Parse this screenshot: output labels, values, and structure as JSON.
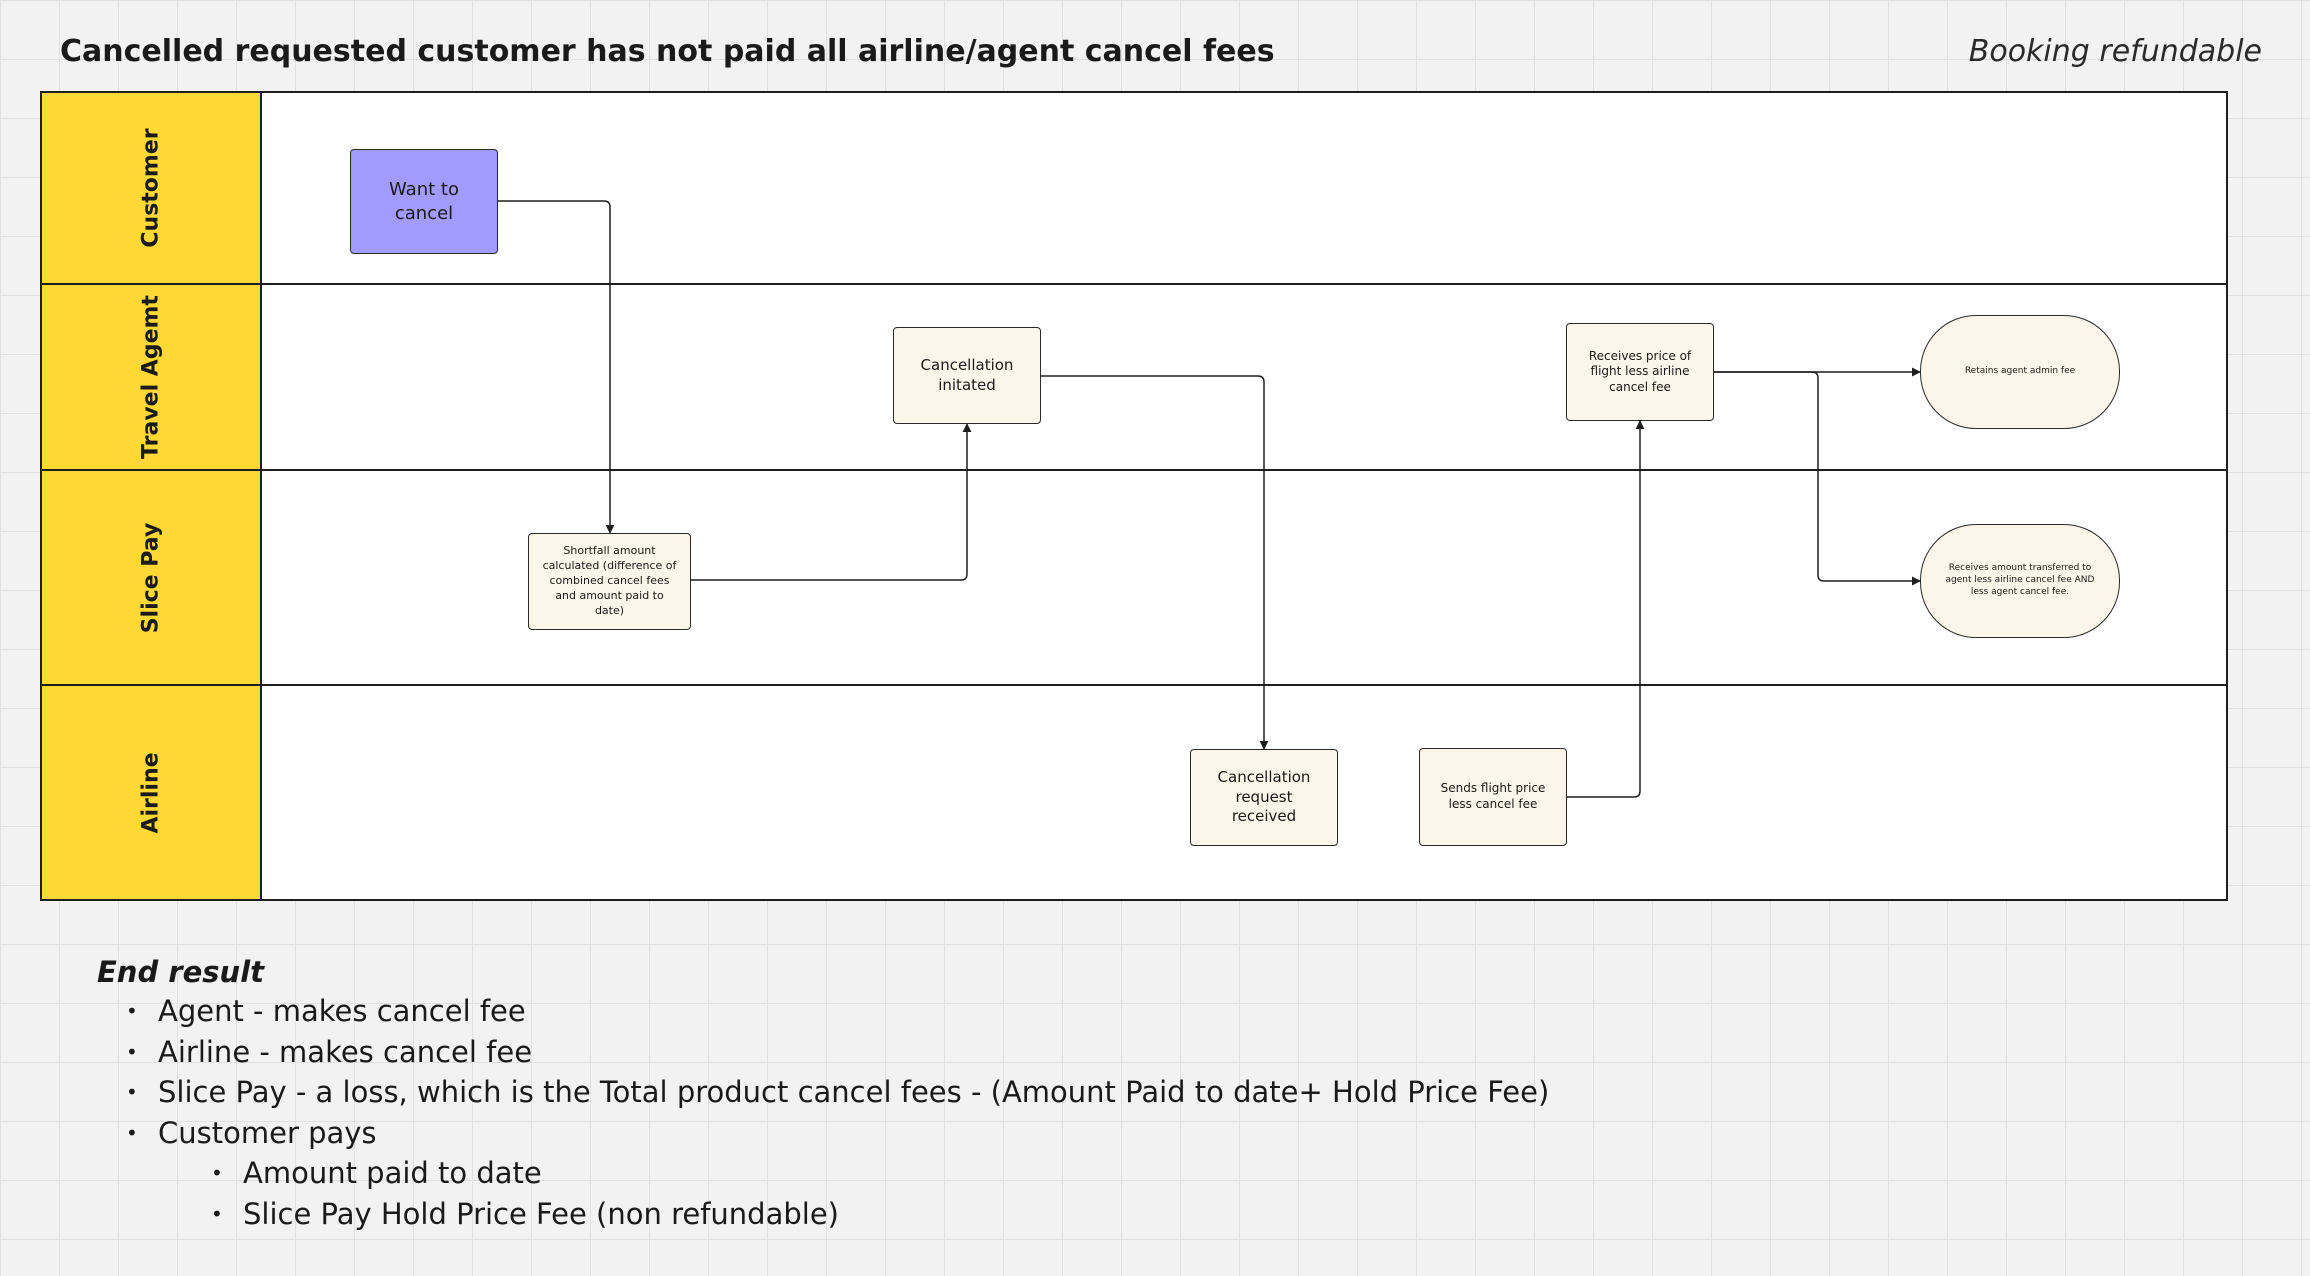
{
  "header": {
    "title": "Cancelled requested customer has not paid all airline/agent cancel fees",
    "subtitle": "Booking refundable"
  },
  "lanes": [
    {
      "label": "Customer"
    },
    {
      "label": "Travel Agemt"
    },
    {
      "label": "Slice Pay"
    },
    {
      "label": "Airline"
    }
  ],
  "nodes": {
    "want_to_cancel": "Want to cancel",
    "cancellation_initiated": "Cancellation initated",
    "receives_price": "Receives price of flight less airline cancel fee",
    "retains_fee": "Retains agent admin fee",
    "shortfall": "Shortfall amount calculated (difference of combined cancel fees and amount paid to date)",
    "receives_amount": "Receives amount transferred to agent less airline cancel fee AND less agent cancel fee.",
    "request_received": "Cancellation request received",
    "sends_price": "Sends flight price less cancel fee"
  },
  "colors": {
    "lane_header": "#fed835",
    "start_node": "#a29bfe",
    "process_node": "#fbf6e9",
    "line": "#1e1e1e"
  },
  "end_result": {
    "heading": "End result",
    "items": [
      "Agent - makes cancel fee",
      "Airline - makes cancel fee",
      "Slice Pay - a loss, which is the Total product cancel fees - (Amount Paid to date+ Hold Price Fee)",
      "Customer pays"
    ],
    "sub_items": [
      "Amount paid to date",
      "Slice Pay Hold Price Fee (non refundable)"
    ]
  }
}
